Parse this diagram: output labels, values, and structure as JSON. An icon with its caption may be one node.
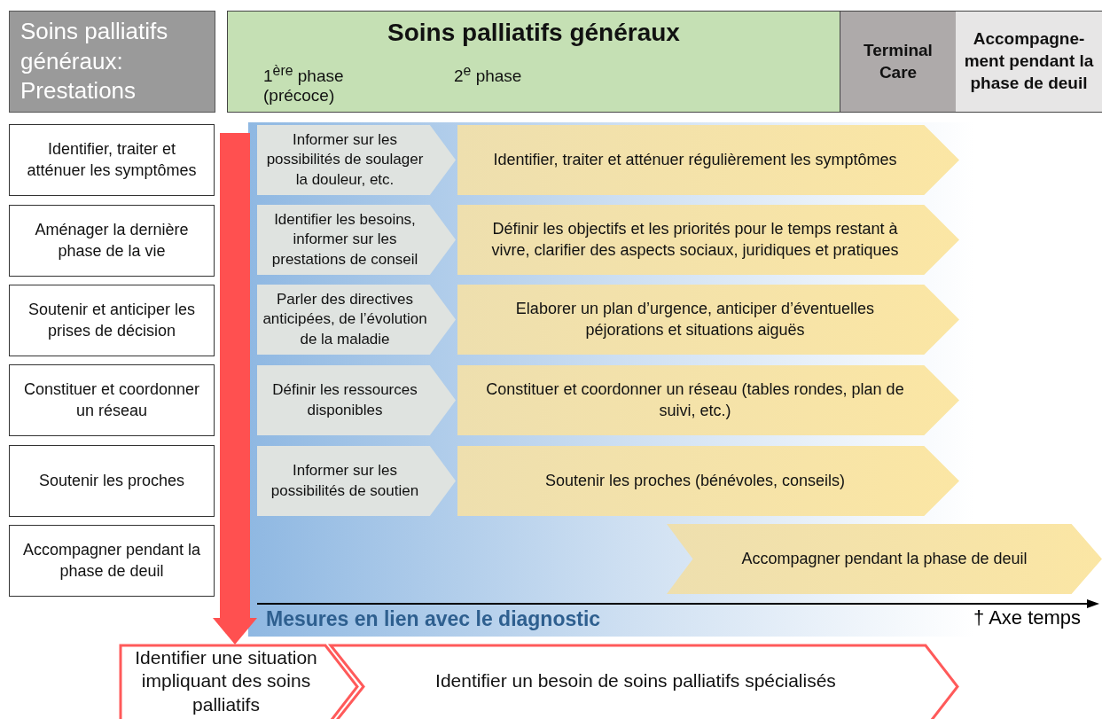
{
  "diagram": {
    "nodes": [
      {
        "text": [
          "Soins palliatifs généraux: Prestations"
        ]
      },
      {
        "text": [
          "Soins palliatifs généraux",
          "1$^{ère}$ phase (précoce)",
          "2$^{e}$ phase"
        ]
      },
      {
        "text": [
          "Terminal Care"
        ]
      },
      {
        "text": [
          "Accompagne-ment pendant la phase de deuil"
        ]
      },
      {
        "text": [
          "Identifier, traiter et atténuer les symptômes"
        ]
      },
      {
        "text": [
          "Aménager la dernière phase de la vie"
        ]
      },
      {
        "text": [
          "Soutenir et anticiper les prises de décision"
        ]
      },
      {
        "text": [
          "Constituer et coordonner un réseau"
        ]
      },
      {
        "text": [
          "Soutenir les proches"
        ]
      },
      {
        "text": [
          "Accompagner pendant la phase de deuil"
        ]
      },
      {
        "text": [
          "Informer sur les possibilités de soulager la douleur, etc."
        ]
      },
      {
        "text": [
          "Identifier, traiter et atténuer régulièrement les symptômes"
        ]
      },
      {
        "text": [
          "Identifier les besoins, informer sur les prestations de conseil"
        ]
      },
      {
        "text": [
          "Définir les objectifs et les priorités pour le temps restant à vivre, clarifier des aspects sociaux, juridiques et pratiques"
        ]
      },
      {
        "text": [
          "Parler des directives anticipées, de l’évolution de la maladie"
        ]
      },
      {
        "text": [
          "Elaborer un plan d’urgence, anticiper d’éventuelles péjorations et situations aiguës"
        ]
      },
      {
        "text": [
          "Définir les ressources disponibles"
        ]
      },
      {
        "text": [
          "Constituer et coordonner un réseau (tables rondes, plan de suivi, etc.)"
        ]
      },
      {
        "text": [
          "Informer sur les possibilités de soutien"
        ]
      },
      {
        "text": [
          "Soutenir les proches (bénévoles, conseils)"
        ]
      },
      {
        "text": [
          "Accompagner pendant la phase de deuil"
        ]
      },
      {
        "text": [
          "Identifier une situation impliquant des soins palliatifs"
        ]
      },
      {
        "text": [
          "Identifier un besoin de soins palliatifs spécialisés"
        ]
      }
    ],
    "edges": [
      {
        "from": null,
        "to": 21,
        "arrow": "to"
      }
    ],
    "labels": [
      "Mesures en lien avec le diagnostic",
      "† Axe temps"
    ]
  }
}
